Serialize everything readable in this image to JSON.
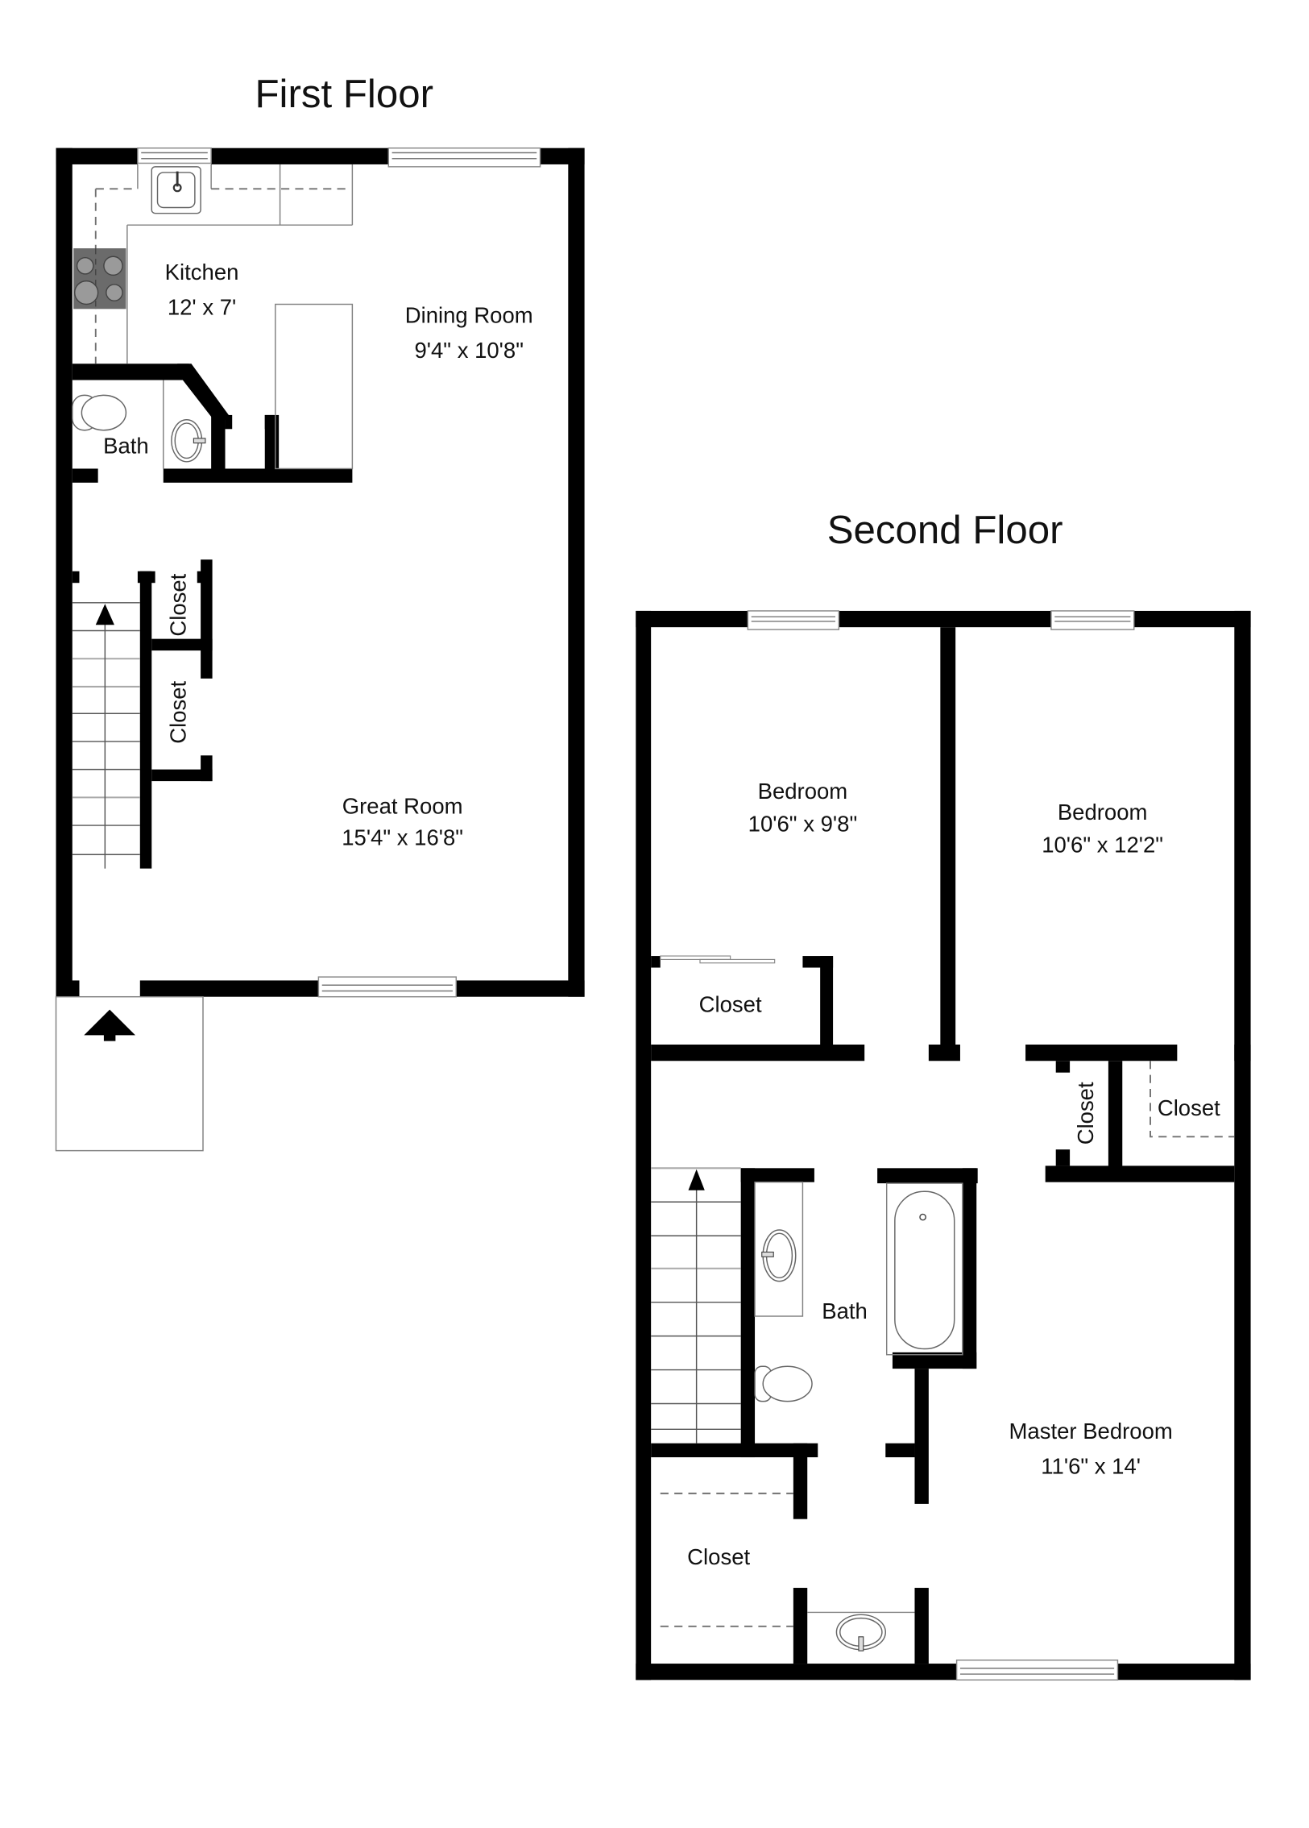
{
  "floors": [
    {
      "title": "First Floor",
      "rooms": [
        {
          "name": "Kitchen",
          "dimensions": "12' x 7'"
        },
        {
          "name": "Dining Room",
          "dimensions": "9'4\" x 10'8\""
        },
        {
          "name": "Bath",
          "dimensions": ""
        },
        {
          "name": "Closet",
          "dimensions": ""
        },
        {
          "name": "Closet",
          "dimensions": ""
        },
        {
          "name": "Great Room",
          "dimensions": "15'4\" x 16'8\""
        }
      ],
      "entry_icon": "entry-arrow-icon",
      "stairs_direction": "up"
    },
    {
      "title": "Second Floor",
      "rooms": [
        {
          "name": "Bedroom",
          "dimensions": "10'6\" x 9'8\""
        },
        {
          "name": "Bedroom",
          "dimensions": "10'6\" x 12'2\""
        },
        {
          "name": "Closet",
          "dimensions": ""
        },
        {
          "name": "Closet",
          "dimensions": ""
        },
        {
          "name": "Closet",
          "dimensions": ""
        },
        {
          "name": "Bath",
          "dimensions": ""
        },
        {
          "name": "Master Bedroom",
          "dimensions": "11'6\" x 14'"
        },
        {
          "name": "Closet",
          "dimensions": ""
        }
      ],
      "stairs_direction": "up"
    }
  ],
  "colors": {
    "wall": "#000000",
    "background": "#ffffff",
    "stove": "#6b6b6b",
    "fixture_line": "#666666"
  }
}
